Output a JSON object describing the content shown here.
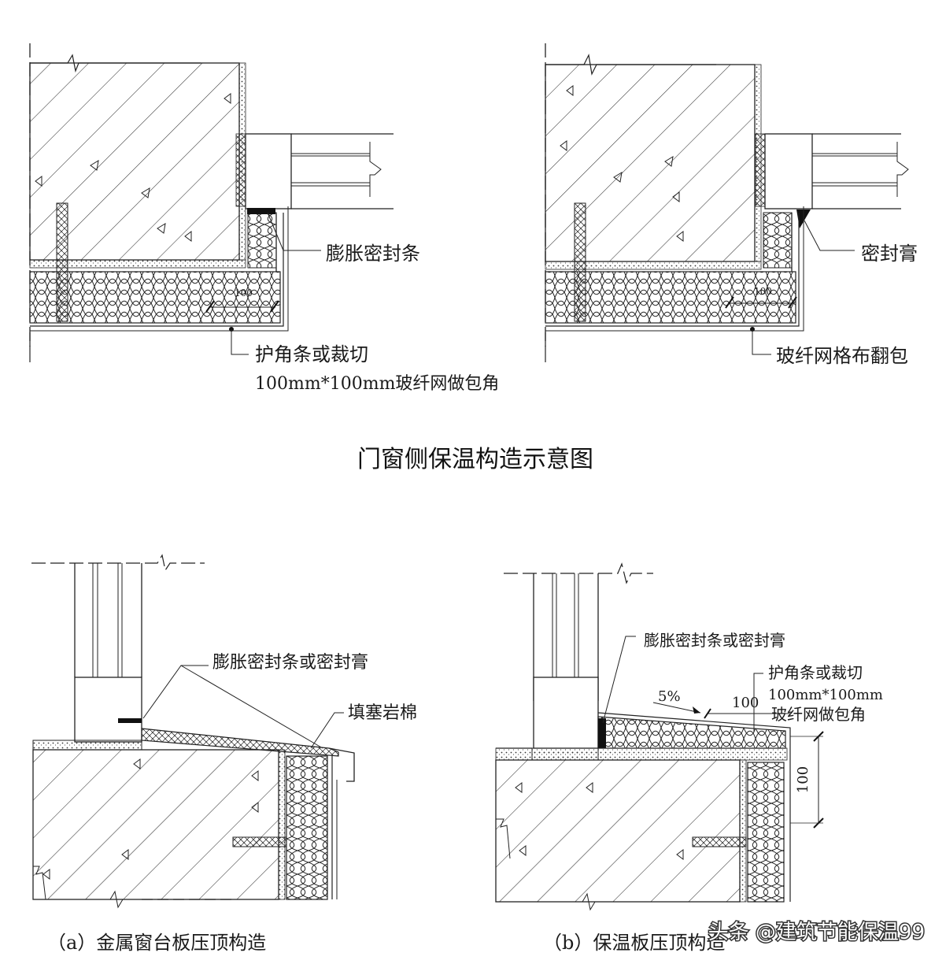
{
  "title": "门窗侧保温构造示意图",
  "top_left": {
    "label_seal": "膨胀密封条",
    "label_corner_1": "护角条或裁切",
    "label_corner_2": "100mm*100mm玻纤网做包角",
    "dim": "100"
  },
  "top_right": {
    "label_seal": "密封膏",
    "label_mesh": "玻纤网格布翻包",
    "dim": "100"
  },
  "bottom_left": {
    "label_seal": "膨胀密封条或密封膏",
    "label_fill": "填塞岩棉",
    "caption": "（a）金属窗台板压顶构造"
  },
  "bottom_right": {
    "label_seal": "膨胀密封条或密封膏",
    "label_corner_1": "护角条或裁切",
    "label_corner_2": "100mm*100mm",
    "label_corner_3": "玻纤网做包角",
    "slope": "5%",
    "dim_top": "100",
    "dim_side": "100",
    "caption": "（b）保温板压顶构造"
  },
  "watermark": "头条 @建筑节能保温99"
}
